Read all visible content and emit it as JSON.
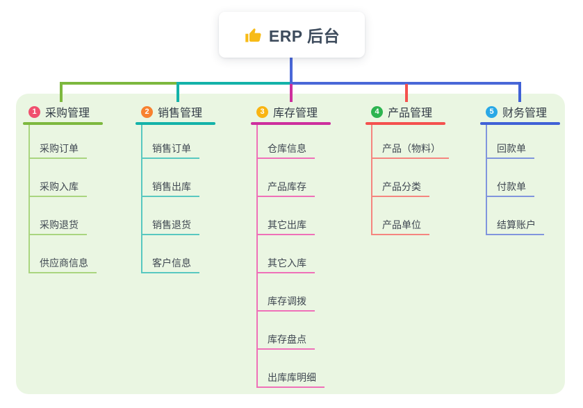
{
  "root": {
    "label": "ERP 后台",
    "icon": "thumbs-up-icon"
  },
  "colors": {
    "panel_background": "#eaf6e2",
    "root_connector_blue": "#4a68d8",
    "root_text": "#3d4b5c",
    "branch_title_text": "#323b46",
    "child_text": "#3f4751",
    "thumb_icon_yellow": "#f7bb17"
  },
  "branches": [
    {
      "badge": "1",
      "title": "采购管理",
      "badge_color": "#f0506e",
      "line_color": "#7db83e",
      "child_line_color": "#a9d57f",
      "children": [
        "采购订单",
        "采购入库",
        "采购退货",
        "供应商信息"
      ]
    },
    {
      "badge": "2",
      "title": "销售管理",
      "badge_color": "#f8812f",
      "line_color": "#14b2a9",
      "child_line_color": "#58c8c0",
      "children": [
        "销售订单",
        "销售出库",
        "销售退货",
        "客户信息"
      ]
    },
    {
      "badge": "3",
      "title": "库存管理",
      "badge_color": "#f9b412",
      "line_color": "#cd2f9d",
      "child_line_color": "#ef70b8",
      "children": [
        "仓库信息",
        "产品库存",
        "其它出库",
        "其它入库",
        "库存调拨",
        "库存盘点",
        "出库库明细"
      ]
    },
    {
      "badge": "4",
      "title": "产品管理",
      "badge_color": "#2db450",
      "line_color": "#f4514e",
      "child_line_color": "#f5857f",
      "children": [
        "产品（物料）",
        "产品分类",
        "产品单位"
      ]
    },
    {
      "badge": "5",
      "title": "财务管理",
      "badge_color": "#29a8e6",
      "line_color": "#4061d6",
      "child_line_color": "#8095dd",
      "children": [
        "回款单",
        "付款单",
        "结算账户"
      ]
    }
  ]
}
